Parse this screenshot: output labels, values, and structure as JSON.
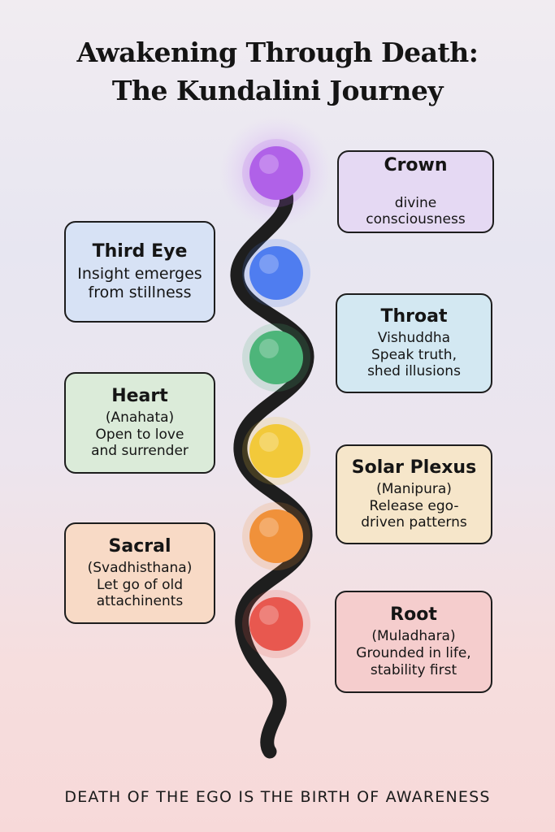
{
  "title": {
    "line1": "Awakening Through Death:",
    "line2": "The Kundalini Journey"
  },
  "chakras": [
    {
      "name": "Crown",
      "lines": [
        "divine consciousness"
      ],
      "color": "#b061e8",
      "box": "#e5d9f3"
    },
    {
      "name": "Third Eye",
      "lines": [
        "Insight emerges",
        "from stillness"
      ],
      "color": "#4f7df0",
      "box": "#d7e2f5"
    },
    {
      "name": "Throat",
      "lines": [
        "Vishuddha",
        "Speak truth,",
        "shed illusions"
      ],
      "color": "#4aa0e0",
      "box": "#d3e8f2"
    },
    {
      "name": "Heart",
      "lines": [
        "(Anahata)",
        "Open to love",
        "and surrender"
      ],
      "color": "#4db57a",
      "box": "#dbebd9"
    },
    {
      "name": "Solar Plexus",
      "lines": [
        "(Manipura)",
        "Release ego-",
        "driven patterns"
      ],
      "color": "#f2c93a",
      "box": "#f6e6ca"
    },
    {
      "name": "Sacral",
      "lines": [
        "(Svadhisthana)",
        "Let go of old",
        "attachinents"
      ],
      "color": "#f0913a",
      "box": "#f8dac6"
    },
    {
      "name": "Root",
      "lines": [
        "(Muladhara)",
        "Grounded in life,",
        "stability first"
      ],
      "color": "#e8584f",
      "box": "#f5cdcd"
    }
  ],
  "footer": "DEATH OF THE EGO IS THE BIRTH OF AWARENESS"
}
